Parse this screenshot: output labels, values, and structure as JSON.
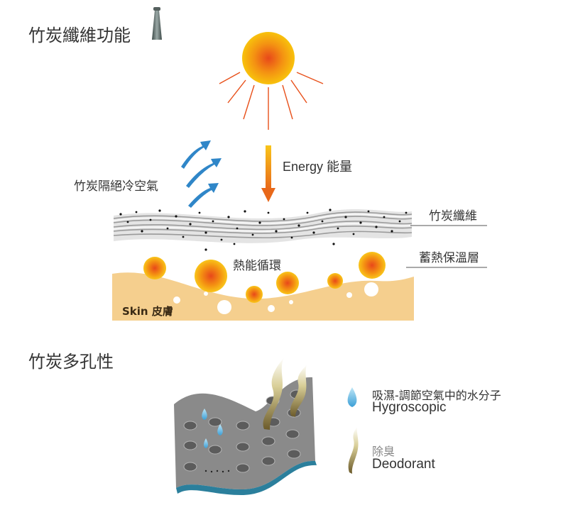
{
  "section1": {
    "title": "竹炭纖維功能",
    "icon": "yarn-spool-icon",
    "energy_label": "Energy 能量",
    "cold_air_label": "竹炭隔絕冷空氣",
    "fiber_label": "竹炭纖維",
    "heat_layer_label": "蓄熱保溫層",
    "heat_cycle_label": "熱能循環",
    "skin_label": "Skin 皮膚"
  },
  "section2": {
    "title": "竹炭多孔性",
    "legend": [
      {
        "icon": "water-drop-icon",
        "cn": "吸濕-調節空氣中的水分子",
        "en": "Hygroscopic"
      },
      {
        "icon": "odor-wisp-icon",
        "cn": "除臭",
        "en": "Deodorant"
      }
    ]
  },
  "colors": {
    "sun_outer": "#f7b500",
    "sun_core": "#e8501a",
    "ray": "#e8501a",
    "arrow_blue": "#2f86c8",
    "skin": "#f5cf8e",
    "fiber_gray": "#8c8c8c",
    "porous_gray": "#8a8a8a",
    "edge_teal": "#2b7f9c"
  }
}
